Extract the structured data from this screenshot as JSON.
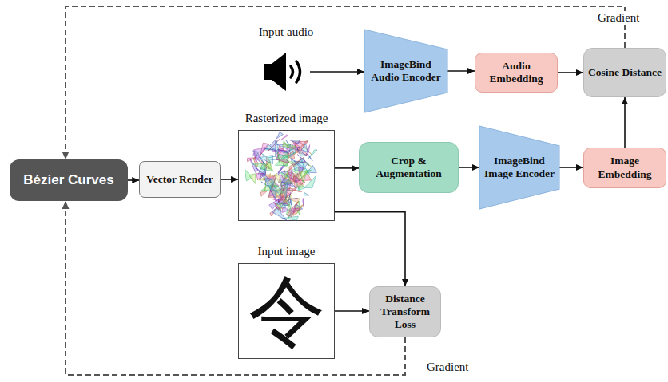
{
  "diagram": {
    "nodes": [
      {
        "text": [
          "Bézier Curves"
        ]
      },
      {
        "text": [
          "Vector Render"
        ]
      },
      {
        "text": [
          "Rasterized image"
        ]
      },
      {
        "text": [
          "Crop & Augmentation"
        ]
      },
      {
        "text": [
          "ImageBind Image Encoder"
        ]
      },
      {
        "text": [
          "Image Embedding"
        ]
      },
      {
        "text": [
          "Input audio"
        ]
      },
      {
        "text": [
          "ImageBind Audio Encoder"
        ]
      },
      {
        "text": [
          "Audio Embedding"
        ]
      },
      {
        "text": [
          "Cosine Distance"
        ]
      },
      {
        "text": [
          "Input image",
          "令"
        ]
      },
      {
        "text": [
          "Distance Transform Loss"
        ]
      }
    ],
    "edges": [
      {
        "from": 0,
        "to": 1,
        "arrow": "to"
      },
      {
        "from": 1,
        "to": 2,
        "arrow": "to"
      },
      {
        "from": 2,
        "to": 3,
        "arrow": "to"
      },
      {
        "from": 3,
        "to": 4,
        "arrow": "to"
      },
      {
        "from": 4,
        "to": 5,
        "arrow": "to"
      },
      {
        "from": 5,
        "to": 9,
        "arrow": "to"
      },
      {
        "from": 6,
        "to": 7,
        "arrow": "to"
      },
      {
        "from": 7,
        "to": 8,
        "arrow": "to"
      },
      {
        "from": 8,
        "to": 9,
        "arrow": "to"
      },
      {
        "from": 2,
        "to": 11,
        "arrow": "to"
      },
      {
        "from": 10,
        "to": 11,
        "arrow": "to"
      },
      {
        "from": 9,
        "to": 0,
        "label": "Gradient",
        "arrow": "to"
      },
      {
        "from": 11,
        "to": 0,
        "label": "Gradient",
        "arrow": "to"
      }
    ]
  }
}
